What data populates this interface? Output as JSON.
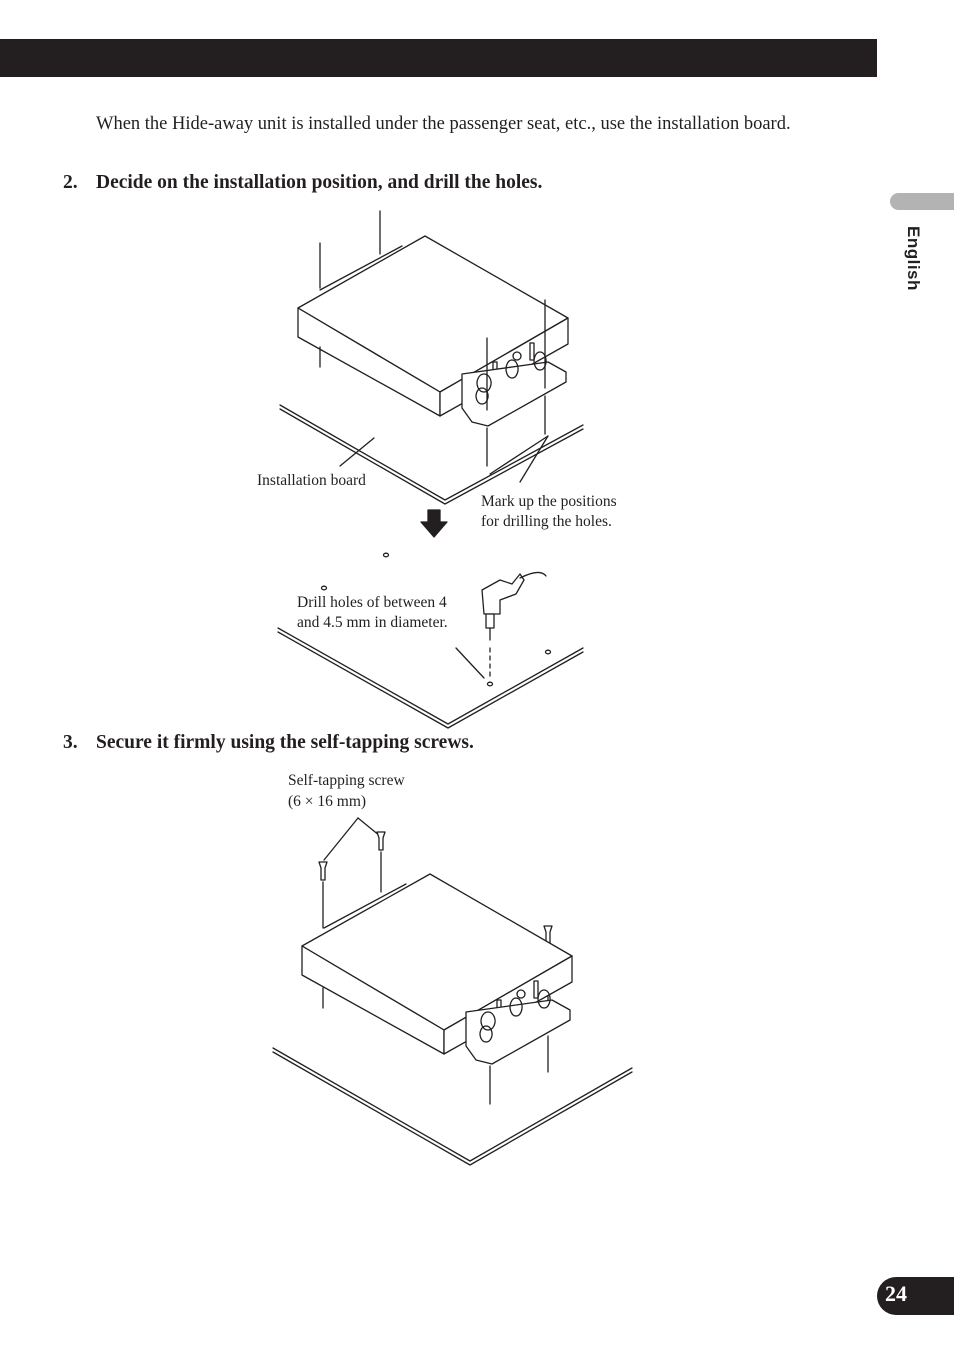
{
  "header": {
    "side_tab_label": "English"
  },
  "intro": {
    "text": "When the Hide-away unit is installed under the passenger seat, etc., use the installation board."
  },
  "steps": [
    {
      "number": "2.",
      "text": "Decide on the installation position, and drill the holes."
    },
    {
      "number": "3.",
      "text": "Secure it firmly using the self-tapping screws."
    }
  ],
  "figure1": {
    "installation_board": "Installation board",
    "mark_positions_line1": "Mark up the positions",
    "mark_positions_line2": "for drilling the holes.",
    "drill_line1": "Drill holes of between 4",
    "drill_line2": "and 4.5 mm in diameter."
  },
  "figure2": {
    "screw_line1": "Self-tapping screw",
    "screw_line2": "(6 × 16 mm)"
  },
  "footer": {
    "page_number": "24"
  }
}
